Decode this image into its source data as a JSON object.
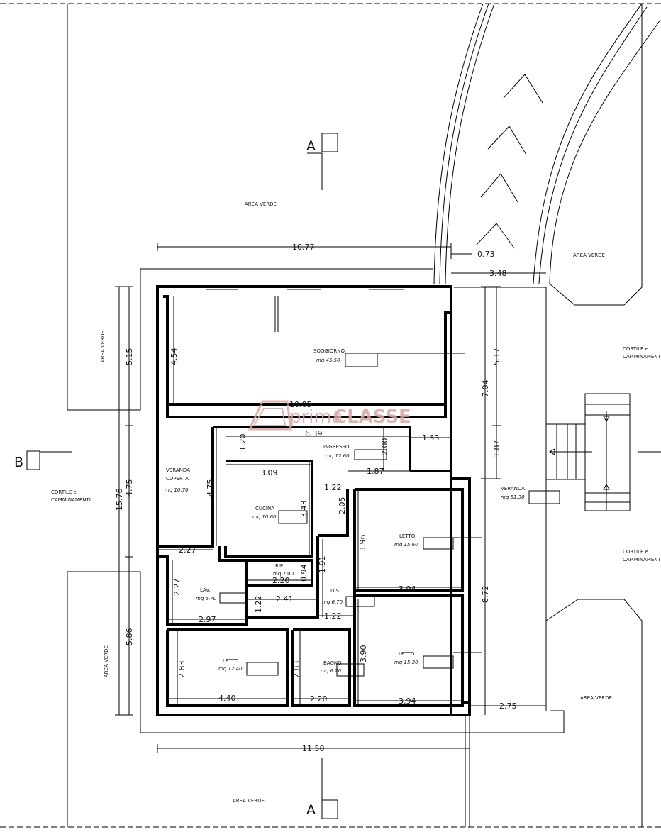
{
  "sections": {
    "a_top": "A",
    "a_bottom": "A",
    "b_left": "B"
  },
  "watermark": {
    "part1": "prima",
    "part2": "CLASSE",
    "color": "#d9a6a2"
  },
  "areas": {
    "area_verde_top": "AREA VERDE",
    "area_verde_left_top": "AREA VERDE",
    "area_verde_left_bottom": "AREA VERDE",
    "area_verde_right_top": "AREA VERDE",
    "area_verde_right_bottom": "AREA VERDE",
    "area_verde_bottom": "AREA VERDE",
    "cortile_left_1": "CORTILE e",
    "cortile_left_2": "CAMMINAMENTI",
    "cortile_right_top_1": "CORTILE e",
    "cortile_right_top_2": "CAMMINAMENTI",
    "cortile_right_bottom_1": "CORTILE e",
    "cortile_right_bottom_2": "CAMMINAMENTI"
  },
  "rooms": {
    "soggiorno": {
      "name": "SOGGIORNO",
      "area": "mq 45.50"
    },
    "ingresso": {
      "name": "INGRESSO",
      "area": "mq 12.60"
    },
    "veranda_coperta": {
      "name1": "VERANDA",
      "name2": "COPERTA",
      "area": "mq 10.70"
    },
    "cucina": {
      "name": "CUCINA",
      "area": "mq 10.60"
    },
    "rip": {
      "name": "RIP.",
      "area": "mq 2.00"
    },
    "lav": {
      "name": "LAV.",
      "area": "mq 6.70"
    },
    "dis": {
      "name": "DIS.",
      "area": "mq 6.70"
    },
    "letto_1": {
      "name": "LETTO",
      "area": "mq 15.60"
    },
    "letto_2": {
      "name": "LETTO",
      "area": "mq 15.30"
    },
    "letto_3": {
      "name": "LETTO",
      "area": "mq 12.40"
    },
    "bagno": {
      "name": "BAGNO",
      "area": "mq 6.20"
    },
    "veranda": {
      "name": "VERANDA",
      "area": "mq 51.30"
    }
  },
  "dimensions": {
    "d_10_77": "10.77",
    "d_0_73": "0.73",
    "d_3_48": "3.48",
    "d_4_54": "4.54",
    "d_10_05": "10.05",
    "d_5_15_left": "5.15",
    "d_4_75_left": "4.75",
    "d_15_76": "15.76",
    "d_5_86": "5.86",
    "d_1_20": "1.20",
    "d_6_39": "6.39",
    "d_1_53": "1.53",
    "d_2_00": "2.00",
    "d_1_87_h": "1.87",
    "d_1_87_v": "1.87",
    "d_3_09": "3.09",
    "d_4_75_inner": "4.75",
    "d_3_43": "3.43",
    "d_1_22_a": "1.22",
    "d_2_05": "2.05",
    "d_3_96": "3.96",
    "d_2_27_h": "2.27",
    "d_1_91": "1.91",
    "d_0_94": "0.94",
    "d_2_20_rip": "2.20",
    "d_2_27_v": "2.27",
    "d_2_41": "2.41",
    "d_1_22_b": "1.22",
    "d_1_22_c": "1.22",
    "d_2_97": "2.97",
    "d_3_94_a": "3.94",
    "d_3_90": "3.90",
    "d_2_83_a": "2.83",
    "d_2_83_b": "2.83",
    "d_4_40": "4.40",
    "d_2_20_bagno": "2.20",
    "d_3_94_b": "3.94",
    "d_2_75": "2.75",
    "d_11_50": "11.50",
    "d_5_17": "5.17",
    "d_7_04": "7.04",
    "d_8_72": "8.72"
  }
}
